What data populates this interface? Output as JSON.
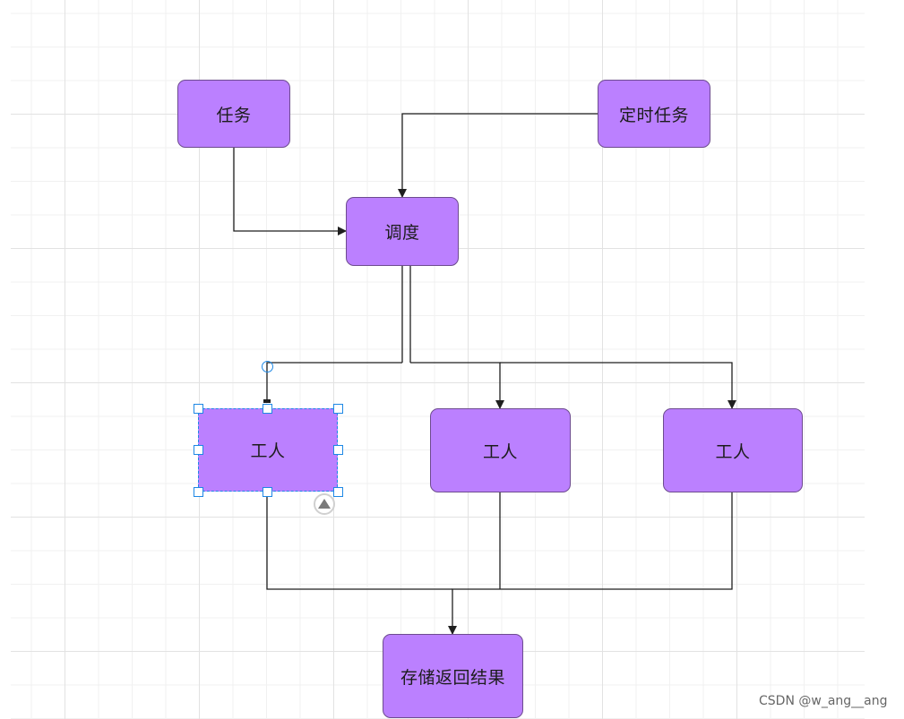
{
  "nodes": {
    "task": "任务",
    "scheduled_task": "定时任务",
    "scheduler": "调度",
    "worker_1": "工人",
    "worker_2": "工人",
    "worker_3": "工人",
    "store_results": "存储返回结果"
  },
  "watermark": "CSDN @w_ang__ang",
  "colors": {
    "node_fill": "#bb80ff",
    "node_border": "#6d4b8f",
    "edge": "#1f1f1f",
    "selection": "#1e88e5"
  }
}
